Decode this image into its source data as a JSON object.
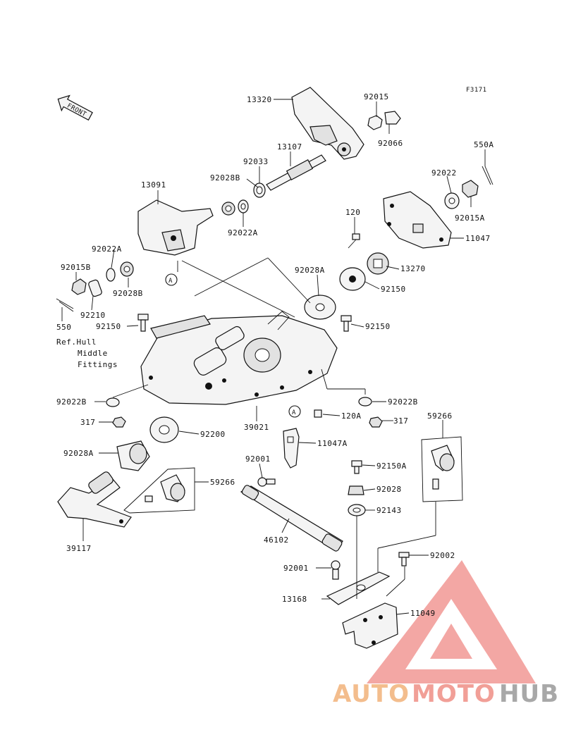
{
  "diagram_code": "F3171",
  "front_label": "FRONT",
  "ref_note": [
    "Ref.Hull",
    "Middle",
    "Fittings"
  ],
  "callout_a": "A",
  "watermark": {
    "auto": "AUTO",
    "moto": "MOTO",
    "hub": "HUB",
    "color_auto": "#f2b27a",
    "color_moto": "#ef8f86",
    "color_hub": "#9a9a9a",
    "logo_color": "#ef8a86"
  },
  "labels": {
    "p13320": "13320",
    "p92015": "92015",
    "p92066": "92066",
    "p13107": "13107",
    "p92033": "92033",
    "p92028B_top": "92028B",
    "p550A": "550A",
    "p92022_top": "92022",
    "p13091": "13091",
    "p92022A_top": "92022A",
    "p92015A": "92015A",
    "p11047": "11047",
    "p120": "120",
    "p92022A_left": "92022A",
    "p92015B": "92015B",
    "p13270": "13270",
    "p92028A_mid": "92028A",
    "p92028B_left": "92028B",
    "p92150_right": "92150",
    "p92210": "92210",
    "p550": "550",
    "p92150_left": "92150",
    "p92150_mid": "92150",
    "p92022B_left": "92022B",
    "p92022B_right": "92022B",
    "p120A": "120A",
    "p317_left": "317",
    "p317_right": "317",
    "p39021": "39021",
    "p92200": "92200",
    "p59266_right": "59266",
    "p11047A": "11047A",
    "p92028A_left": "92028A",
    "p92001_top": "92001",
    "p92150A": "92150A",
    "p59266_left": "59266",
    "p92028": "92028",
    "p92143": "92143",
    "p39117": "39117",
    "p46102": "46102",
    "p92002": "92002",
    "p92001_bottom": "92001",
    "p13168": "13168",
    "p11049": "11049"
  }
}
